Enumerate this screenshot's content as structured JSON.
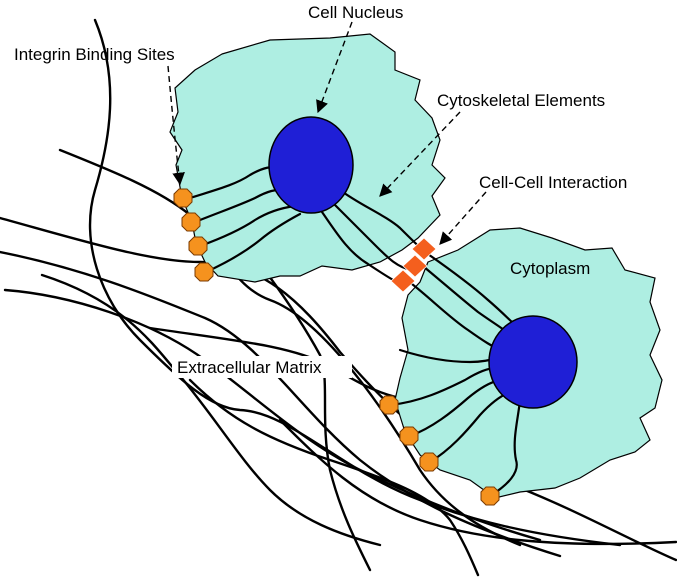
{
  "labels": {
    "cell_nucleus": "Cell Nucleus",
    "integrin_binding_sites": "Integrin Binding Sites",
    "cytoskeletal_elements": "Cytoskeletal Elements",
    "cell_cell_interaction": "Cell-Cell Interaction",
    "cytoplasm": "Cytoplasm",
    "extracellular_matrix": "Extracellular Matrix"
  },
  "colors": {
    "cytoplasm_fill": "#aeeee2",
    "nucleus_fill": "#1f1fd6",
    "integrin_fill": "#f5921e",
    "junction_fill": "#f45f1e",
    "line": "#000000",
    "background": "#ffffff"
  },
  "icons": {
    "integrin": "orange-octagon",
    "junction": "orange-diamond",
    "pointer": "dashed-arrow"
  }
}
